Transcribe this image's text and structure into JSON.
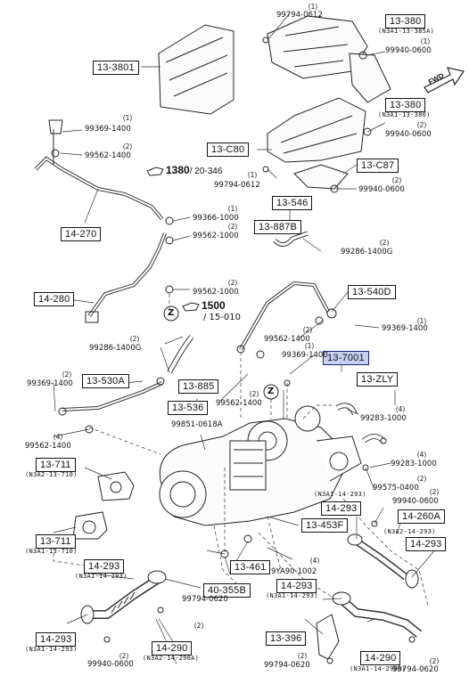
{
  "boxes": {
    "b13_380_top": "13-380",
    "b13_3801": "13-3801",
    "b13_380_mid": "13-380",
    "b13_c80": "13-C80",
    "b13_c87": "13-C87",
    "b14_270": "14-270",
    "b13_546": "13-546",
    "b13_887b": "13-887B",
    "b14_280": "14-280",
    "b13_540d": "13-540D",
    "b13_7001": "13-7001",
    "b13_zly": "13-ZLY",
    "b13_530a": "13-530A",
    "b13_885": "13-885",
    "b13_536": "13-536",
    "b13_711_l": "13-711",
    "b13_711_l2": "13-711",
    "b14_293_r": "14-293",
    "b14_260a": "14-260A",
    "b13_453f": "13-453F",
    "b14_293_rr": "14-293",
    "b13_461": "13-461",
    "b14_293_l": "14-293",
    "b40_355b": "40-355B",
    "b14_293_c": "14-293",
    "b14_293_ll": "14-293",
    "b14_290_l": "14-290",
    "b13_396": "13-396",
    "b14_290_r": "14-290"
  },
  "subs": {
    "s13_380_top": "(N3A1-13-385A)",
    "s13_380_mid": "(N3A1-13-380)",
    "s13_711_l": "(N3A2-13-710)",
    "s13_711_l2": "(N3A1-13-710)",
    "s14_293_r": "(N3A1-14-293)",
    "s14_293_rr": "(N3A2-14-293)",
    "s14_293_l": "(N3A1-14-293)",
    "s14_293_c": "(N3A1-14-293)",
    "s14_293_ll": "(N3A1-14-293)",
    "s14_290_l": "(N3A2-14-290A)",
    "s14_290_r": "(N3A1-14-290A)"
  },
  "parts": {
    "p1": "99794-0612",
    "p2": "99940-0600",
    "p3": "99369-1400",
    "p4": "99562-1400",
    "p5": "99940-0600",
    "p6": "99794-0612",
    "p7": "99940-0600",
    "p8": "99366-1000",
    "p9": "99562-1000",
    "p10": "99286-1400G",
    "p11": "99562-1000",
    "p12": "99286-1400G",
    "p13": "99562-1400",
    "p14": "99369-1400",
    "p15": "99369-1400",
    "p16": "99369-1400",
    "p17": "99562-1400",
    "p18": "99283-1000",
    "p19": "99851-0618A",
    "p20": "99562-1400",
    "p21": "99283-1000",
    "p22": "99575-0400",
    "p23": "99940-0600",
    "p24": "9YA90-1002",
    "p25": "99794-0620",
    "p26": "99940-0600",
    "p27": "99794-0620",
    "p28": "99794-0620"
  },
  "qty": {
    "q1": "(1)",
    "q2": "(1)",
    "q3": "(1)",
    "q4": "(2)",
    "q5": "(2)",
    "q6": "(1)",
    "q7": "(2)",
    "q8": "(1)",
    "q9": "(2)",
    "q10": "(2)",
    "q11": "(2)",
    "q12": "(2)",
    "q13": "(2)",
    "q14": "(1)",
    "q15": "(1)",
    "q16": "(2)",
    "q17": "(4)",
    "q18": "(2)",
    "q19": "(4)",
    "q20": "(4)",
    "q21": "(2)",
    "q22": "(2)",
    "q23": "(4)",
    "q24": "(2)",
    "q25": "(2)",
    "q26": "(2)",
    "q27": "(2)"
  },
  "refs": {
    "ref1_num": "1380",
    "ref1_sub": "/ 20-346",
    "ref2_num": "1500",
    "ref2_sub": "/ 15-010"
  },
  "direction_label": "FWD",
  "z_mark": "Z"
}
